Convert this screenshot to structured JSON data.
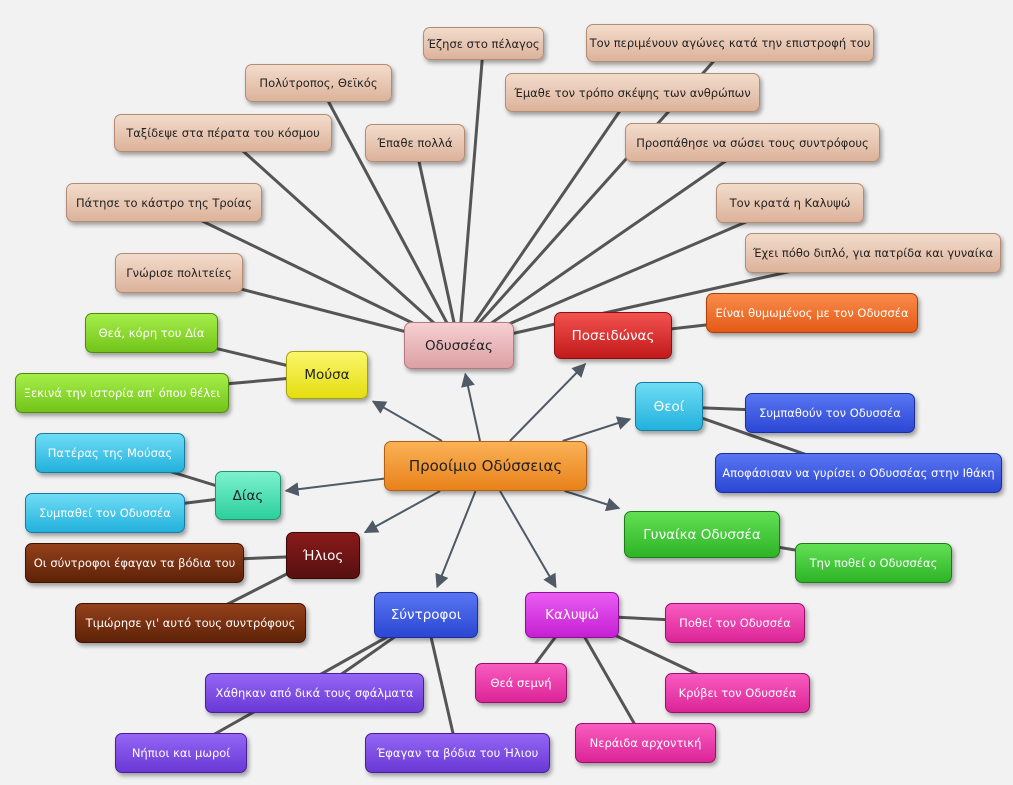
{
  "colors": {
    "line": "#555555",
    "arrow": "#4f5a66"
  },
  "nodes": {
    "center": "Προοίμιο Οδύσσειας",
    "odysseas": "Οδυσσέας",
    "poseidonas": "Ποσειδώνας",
    "mousa": "Μούσα",
    "theoi": "Θεοί",
    "dias": "Δίας",
    "ilios": "Ήλιος",
    "gynaika": "Γυναίκα Οδυσσέα",
    "syntrofoi": "Σύντροφοι",
    "kalypso": "Καλυψώ"
  },
  "leaves": {
    "ody_pelagos": "Έζησε στο πέλαγος",
    "ody_agones": "Τον περιμένουν αγώνες κατά την επιστροφή του",
    "ody_polytropos": "Πολύτροπος, Θεϊκός",
    "ody_tropos": "Έμαθε τον τρόπο σκέψης των ανθρώπων",
    "ody_taxidepse": "Ταξίδεψε στα πέρατα του κόσμου",
    "ody_epathe": "Έπαθε πολλά",
    "ody_sosei": "Προσπάθησε να σώσει τους συντρόφους",
    "ody_troia": "Πάτησε το κάστρο της Τροίας",
    "ody_kalypso": "Τον κρατά η Καλυψώ",
    "ody_pothos": "Έχει πόθο διπλό, για πατρίδα και γυναίκα",
    "ody_politeies": "Γνώρισε πολιτείες",
    "pos_thymomenos": "Είναι θυμωμένος με τον Οδυσσέα",
    "mou_kori": "Θεά, κόρη του Δία",
    "mou_xekina": "Ξεκινά την ιστορία απ' όπου θέλει",
    "the_sympathoun": "Συμπαθούν τον Οδυσσέα",
    "the_apofasisan": "Αποφάσισαν να γυρίσει ο Οδυσσέας στην Ιθάκη",
    "dia_pateras": "Πατέρας της Μούσας",
    "dia_sympathei": "Συμπαθεί τον Οδυσσέα",
    "ili_efagan": "Οι σύντροφοι έφαγαν τα βόδια του",
    "ili_timorise": "Τιμώρησε γι' αυτό τους συντρόφους",
    "gyn_pothei": "Την ποθεί ο Οδυσσέας",
    "syn_xathikan": "Χάθηκαν από δικά τους σφάλματα",
    "syn_nipioi": "Νήπιοι και μωροί",
    "syn_efagan": "Έφαγαν τα βόδια του Ήλιου",
    "kal_pothei": "Ποθεί τον Οδυσσέα",
    "kal_thea": "Θεά σεμνή",
    "kal_kryvei": "Κρύβει τον Οδυσσέα",
    "kal_nerada": "Νεράιδα αρχοντική"
  }
}
